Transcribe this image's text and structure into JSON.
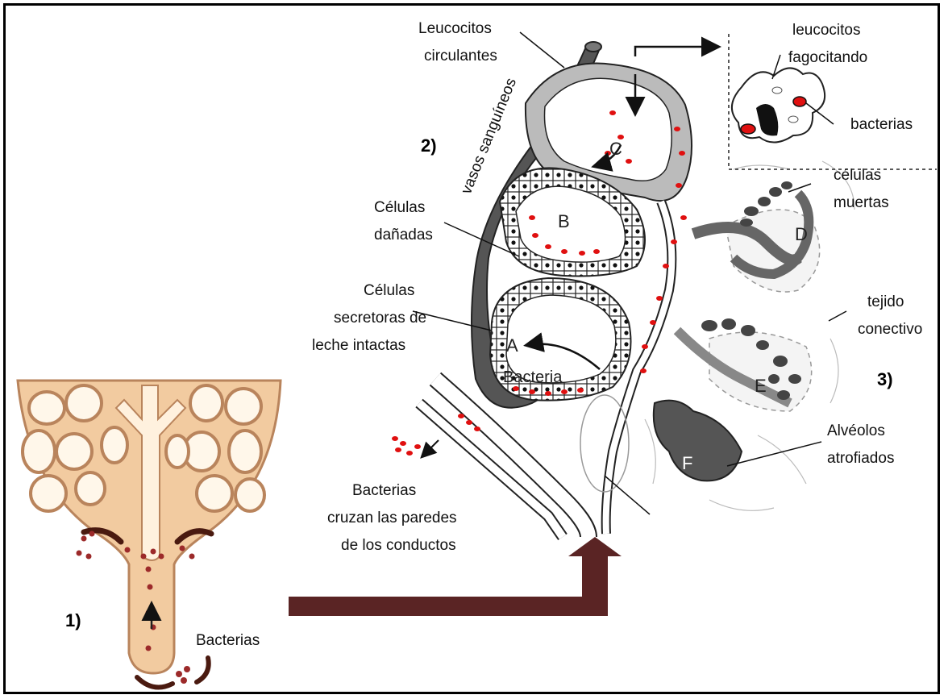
{
  "section_labels": {
    "s1": "1)",
    "s2": "2)",
    "s3": "3)"
  },
  "labels": {
    "leucocitos_circulantes": [
      "Leucocitos",
      "circulantes"
    ],
    "vasos_sanguineos": "vasos sanguíneos",
    "celulas_danadas": [
      "Células",
      "dañadas"
    ],
    "celulas_secretoras": [
      "Células",
      "secretoras de",
      "leche intactas"
    ],
    "leucocitos_fagocitando": [
      "leucocitos",
      "fagocitando"
    ],
    "bacterias_inset": "bacterias",
    "celulas_muertas": [
      "células",
      "muertas"
    ],
    "tejido_conectivo": [
      "tejido",
      "conectivo"
    ],
    "alveolos_atrofiados": [
      "Alvéolos",
      "atrofiados"
    ],
    "bacterias_cruzan": [
      "Bacterias",
      "cruzan las paredes",
      "de los conductos"
    ],
    "bacterias_teat": "Bacterias",
    "bacteria_inside": "Bacteria"
  },
  "alveolus_letters": {
    "a": "A",
    "b": "B",
    "c": "C",
    "d": "D",
    "e": "E",
    "f": "F"
  },
  "colors": {
    "udder_fill": "#f2cba0",
    "udder_border": "#b9845c",
    "arrow_brown": "#5a2424",
    "bacteria_red": "#e01010",
    "vessel_gray": "#555555",
    "tissue_light": "#f3f3f3"
  }
}
